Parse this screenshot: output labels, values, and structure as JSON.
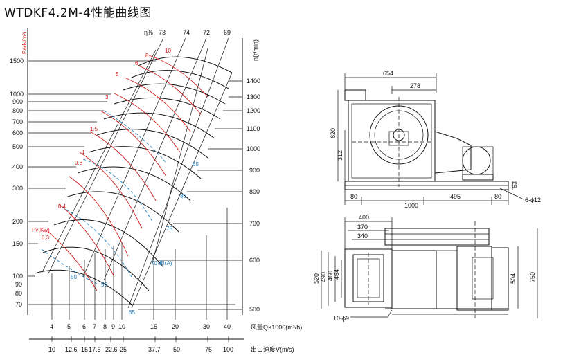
{
  "title": "WTDKF4.2M-4性能曲线图",
  "colors": {
    "ink": "#111111",
    "red": "#d11919",
    "blue": "#1f7fbf",
    "gray": "#8a8a8a"
  },
  "chart": {
    "y_unit": "Pa(N/m²)",
    "eta_label": "η%",
    "n_label": "n(r/min)",
    "pv_label": "Pv(Kw)",
    "x_label": "风量Q×1000(m³/h)",
    "v_label": "出口速度V(m/s)",
    "db_label": "dB(A)",
    "y_ticks": [
      "1500",
      "1000",
      "900",
      "800",
      "700",
      "600",
      "500",
      "400",
      "300",
      "200",
      "150",
      "100",
      "90",
      "80",
      "70"
    ],
    "x_ticks": [
      "4",
      "5",
      "6",
      "7",
      "8",
      "9",
      "10",
      "15",
      "20",
      "30",
      "40"
    ],
    "v_ticks": [
      "10",
      "12.6",
      "15",
      "17.6",
      "22.6",
      "25",
      "37.7",
      "50",
      "75",
      "100"
    ],
    "eta_values": [
      "73",
      "74",
      "72",
      "69"
    ],
    "n_ticks": [
      "1400",
      "1300",
      "1200",
      "1100",
      "1000",
      "900",
      "800",
      "700",
      "600",
      "500"
    ],
    "power_labels": [
      "10",
      "8",
      "6",
      "5",
      "3",
      "1.5",
      "1",
      "0.8",
      "0.4",
      "0.3"
    ],
    "noise_labels": [
      "50",
      "55",
      "65",
      "80",
      "75",
      "70",
      "65"
    ]
  },
  "drawing": {
    "dims_top": {
      "width_total": "654",
      "width_right": "278",
      "height_total": "620",
      "height_inner": "312",
      "base_left": "80",
      "base_mid": "495",
      "base_right": "80",
      "base_total": "1000",
      "base_height": "63",
      "holes": "6-ϕ12"
    },
    "dims_bottom": {
      "w1": "400",
      "w2": "370",
      "w3": "340",
      "h1": "520",
      "h2": "490",
      "h3": "460",
      "h4": "464",
      "right_h1": "504",
      "right_h2": "750",
      "holes": "10-ϕ9"
    }
  }
}
